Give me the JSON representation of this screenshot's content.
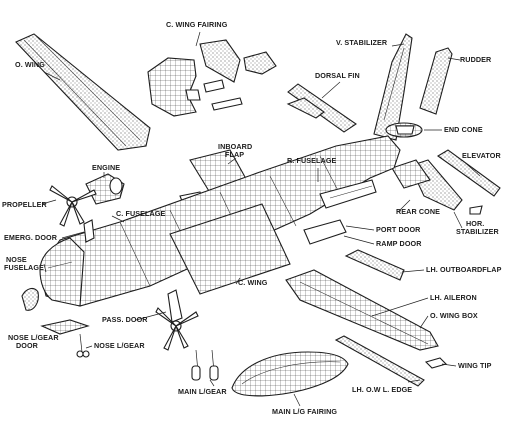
{
  "diagram": {
    "labels": {
      "c_wing_fairing": "C. WING FAIRING",
      "v_stabilizer": "V. STABILIZER",
      "o_wing": "O. WING",
      "rudder": "RUDDER",
      "dorsal_fin": "DORSAL FIN",
      "inboard_flap_1": "INBOARD",
      "inboard_flap_2": "FLAP",
      "end_cone": "END CONE",
      "engine": "ENGINE",
      "r_fuselage": "R. FUSELAGE",
      "elevator": "ELEVATOR",
      "propeller": "PROPELLER",
      "rear_cone": "REAR CONE",
      "c_fuselage": "C. FUSELAGE",
      "hor_stabilizer_1": "HOR.",
      "hor_stabilizer_2": "STABILIZER",
      "port_door": "PORT DOOR",
      "emerg_door": "EMERG. DOOR",
      "ramp_door": "RAMP DOOR",
      "nose_fuselage_1": "NOSE",
      "nose_fuselage_2": "FUSELAGE",
      "lh_outboard_flap": "LH. OUTBOARDFLAP",
      "c_wing": "C. WING",
      "lh_aileron": "LH. AILERON",
      "pass_door": "PASS. DOOR",
      "o_wing_box": "O. WING BOX",
      "nose_lgear_door_1": "NOSE L/GEAR",
      "nose_lgear_door_2": "DOOR",
      "nose_lgear": "NOSE L/GEAR",
      "wing_tip": "WING TIP",
      "main_lgear": "MAIN L/GEAR",
      "lh_owl_edge": "LH. O.W L. EDGE",
      "main_lg_fairing": "MAIN L/G FAIRING"
    },
    "colors": {
      "ink": "#1e1e1e",
      "paper": "#ffffff"
    }
  }
}
